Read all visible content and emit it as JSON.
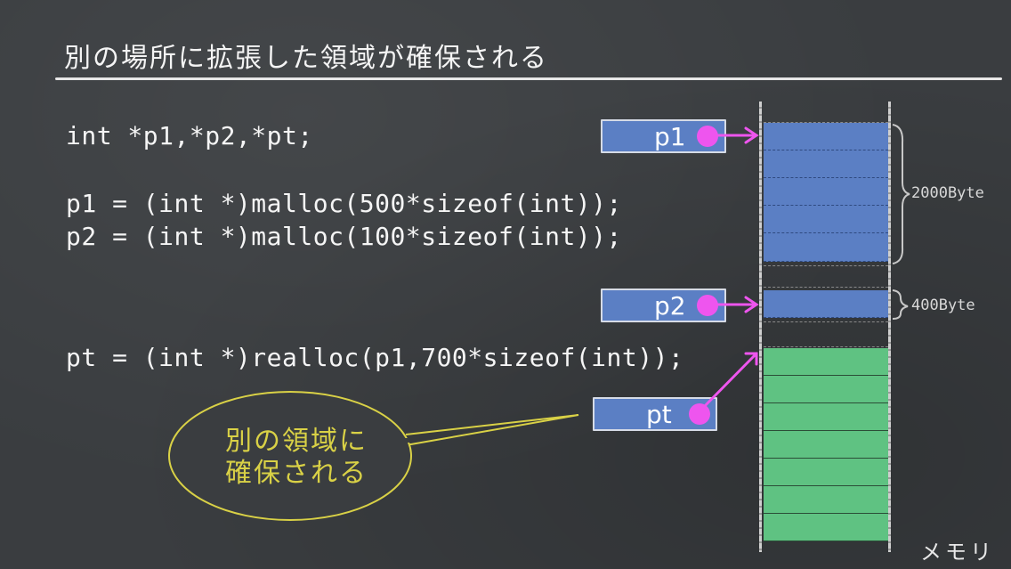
{
  "title": "別の場所に拡張した領域が確保される",
  "code": {
    "line1": "int *p1,*p2,*pt;",
    "line2": "p1 = (int *)malloc(500*sizeof(int));",
    "line3": "p2 = (int *)malloc(100*sizeof(int));",
    "line4": "pt = (int *)realloc(p1,700*sizeof(int));"
  },
  "pointers": {
    "p1": "p1",
    "p2": "p2",
    "pt": "pt"
  },
  "memory": {
    "size_p1": "2000Byte",
    "size_p2": "400Byte",
    "label": "メモリ"
  },
  "callout": {
    "line1": "別の領域に",
    "line2": "確保される"
  },
  "colors": {
    "background": "#3a3d40",
    "pointer_box": "#5b7fc4",
    "old_block": "#5b7fc4",
    "new_block": "#5fc282",
    "pointer_dot": "#ee55ee",
    "callout": "#d9d146"
  }
}
